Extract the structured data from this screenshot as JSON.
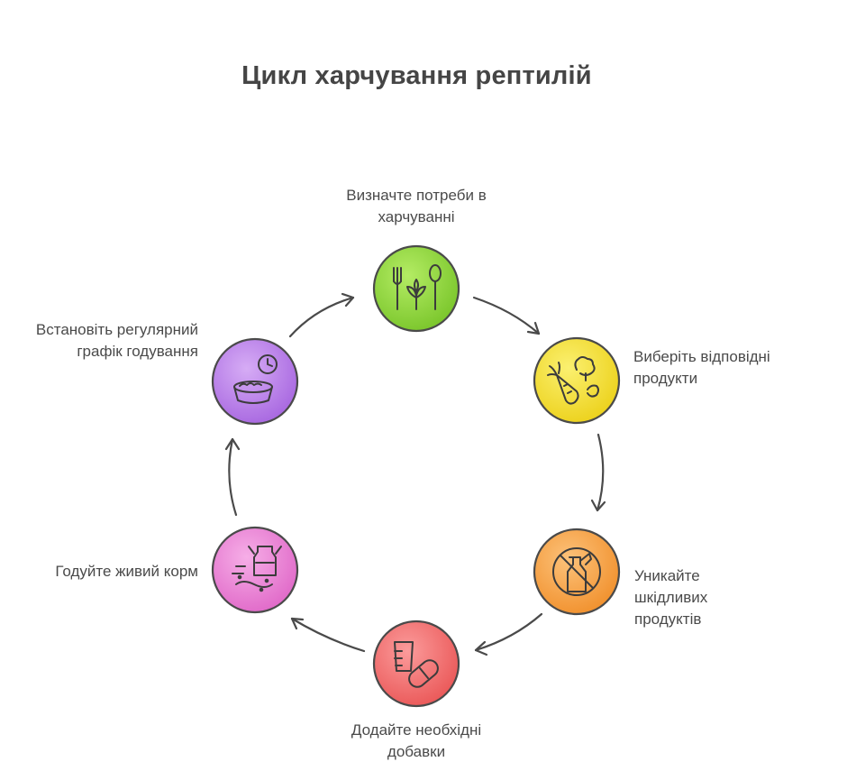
{
  "title": "Цикл харчування рептилій",
  "steps": [
    {
      "label": "Визначте потреби в харчуванні",
      "icon": "cutlery-plant-icon",
      "color": "#8fd63a"
    },
    {
      "label": "Виберіть відповідні продукти",
      "icon": "carrot-broccoli-icon",
      "color": "#f2e02a"
    },
    {
      "label": "Уникайте шкідливих продуктів",
      "icon": "no-food-icon",
      "color": "#f5a23e"
    },
    {
      "label": "Додайте необхідні добавки",
      "icon": "supplement-pill-icon",
      "color": "#f26a6a"
    },
    {
      "label": "Годуйте живий корм",
      "icon": "live-feed-icon",
      "color": "#ea7fd3"
    },
    {
      "label": "Встановіть регулярний графік годування",
      "icon": "feeding-bowl-clock-icon",
      "color": "#bb80ea"
    }
  ]
}
